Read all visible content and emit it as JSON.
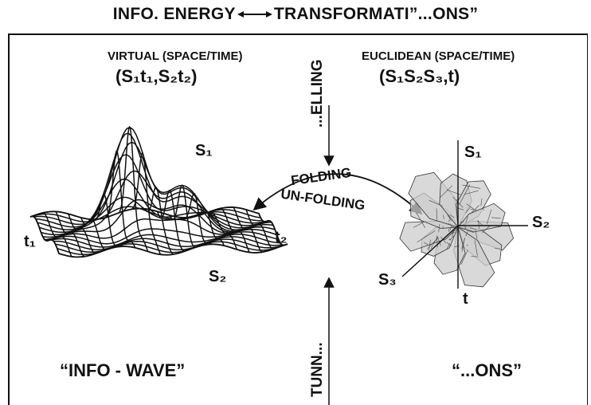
{
  "title": {
    "left": "INFO. ENERGY",
    "right": "TRANSFORMATI”...ONS”"
  },
  "virtual": {
    "header": "VIRTUAL (SPACE/TIME)",
    "coords": "(S₁t₁,S₂t₂)",
    "label_s1": "S₁",
    "label_s2": "S₂",
    "label_t1": "t₁",
    "label_t2": "t₂",
    "caption": "“INFO - WAVE”"
  },
  "euclidean": {
    "header": "EUCLIDEAN (SPACE/TIME)",
    "coords": "(S₁S₂S₃,t)",
    "axis_s1": "S₁",
    "axis_s2": "S₂",
    "axis_s3": "S₃",
    "axis_t": "t",
    "caption": "“...ONS”"
  },
  "center": {
    "folding": "FOLDING",
    "unfolding": "UN-FOLDING",
    "top_vertical": "...ELLING",
    "bottom_vertical": "TUNN..."
  },
  "colors": {
    "ink": "#111111",
    "mesh_fill": "#cccccc",
    "background": "#ffffff"
  }
}
